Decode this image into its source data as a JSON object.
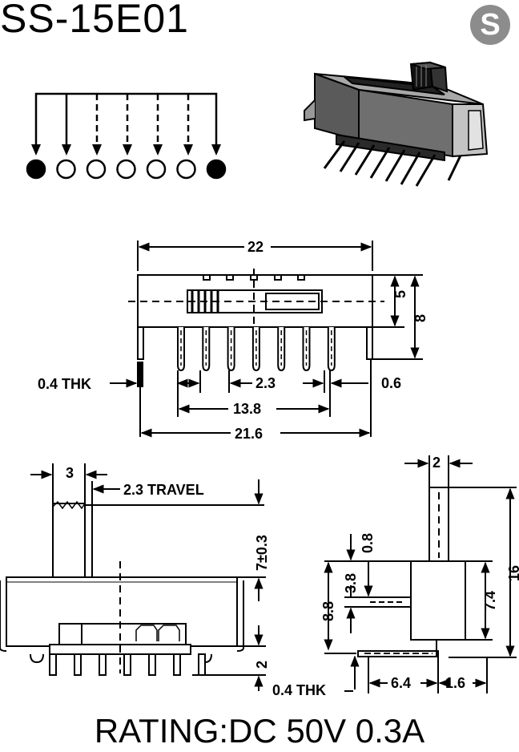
{
  "title": "SS-15E01",
  "logo_letter": "S",
  "rating": "RATING:DC 50V 0.3A",
  "pinout": {
    "pins": [
      "filled",
      "open",
      "open",
      "open",
      "open",
      "open",
      "filled"
    ]
  },
  "front_view": {
    "dim_22": "22",
    "dim_5": "5",
    "dim_8": "8",
    "dim_04thk": "0.4 THK",
    "dim_23": "2.3",
    "dim_06": "0.6",
    "dim_138": "13.8",
    "dim_216": "21.6"
  },
  "side_view": {
    "dim_3": "3",
    "dim_travel": "2.3 TRAVEL",
    "dim_7": "7±0.3",
    "dim_2": "2",
    "dim_04thk": "0.4 THK"
  },
  "end_view": {
    "dim_2": "2",
    "dim_08": "0.8",
    "dim_38": "3.8",
    "dim_88": "8.8",
    "dim_74": "7.4",
    "dim_16": "16",
    "dim_64": "6.4",
    "dim_16b": "1.6"
  },
  "colors": {
    "logo": "#8c8c8c",
    "ink": "#000000"
  }
}
